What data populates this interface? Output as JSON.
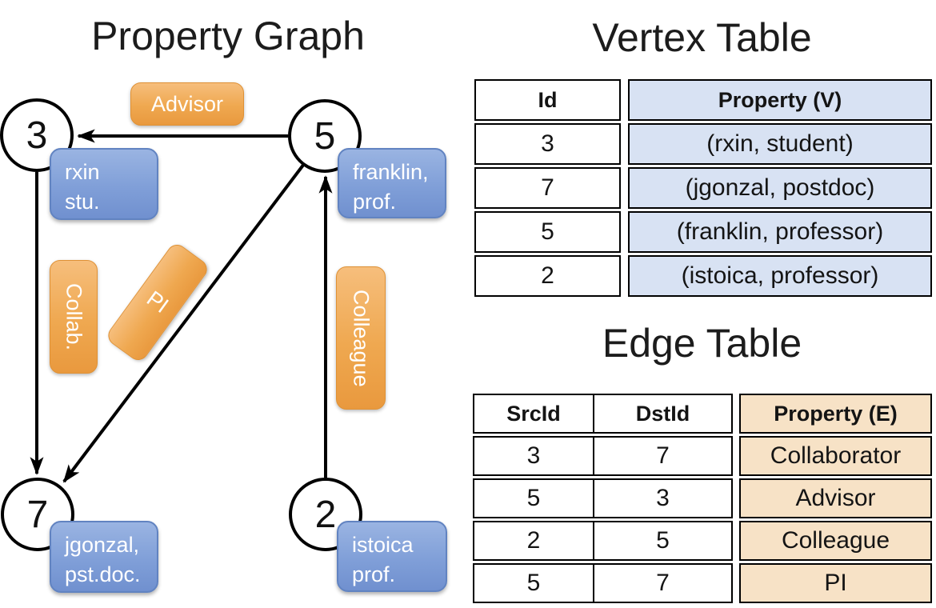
{
  "graph": {
    "title": "Property Graph",
    "vertices": [
      {
        "id": "3",
        "label_lines": [
          "rxin",
          "stu."
        ]
      },
      {
        "id": "5",
        "label_lines": [
          "franklin,",
          "prof."
        ]
      },
      {
        "id": "7",
        "label_lines": [
          "jgonzal,",
          "pst.doc."
        ]
      },
      {
        "id": "2",
        "label_lines": [
          "istoica",
          "prof."
        ]
      }
    ],
    "edges": [
      {
        "src": "5",
        "dst": "3",
        "label": "Advisor"
      },
      {
        "src": "3",
        "dst": "7",
        "label": "Collab."
      },
      {
        "src": "5",
        "dst": "7",
        "label": "PI"
      },
      {
        "src": "2",
        "dst": "5",
        "label": "Colleague"
      }
    ]
  },
  "vertex_table": {
    "title": "Vertex Table",
    "columns": {
      "id": "Id",
      "property": "Property (V)"
    },
    "rows": [
      {
        "id": "3",
        "property": "(rxin, student)"
      },
      {
        "id": "7",
        "property": "(jgonzal, postdoc)"
      },
      {
        "id": "5",
        "property": "(franklin, professor)"
      },
      {
        "id": "2",
        "property": "(istoica, professor)"
      }
    ]
  },
  "edge_table": {
    "title": "Edge Table",
    "columns": {
      "src": "SrcId",
      "dst": "DstId",
      "property": "Property (E)"
    },
    "rows": [
      {
        "src": "3",
        "dst": "7",
        "property": "Collaborator"
      },
      {
        "src": "5",
        "dst": "3",
        "property": "Advisor"
      },
      {
        "src": "2",
        "dst": "5",
        "property": "Colleague"
      },
      {
        "src": "5",
        "dst": "7",
        "property": "PI"
      }
    ]
  },
  "colors": {
    "edge_label_orange": "#EFA850",
    "vertex_label_blue": "#809FD8",
    "vertex_property_fill": "#D8E2F3",
    "edge_property_fill": "#F7E2C6",
    "line_black": "#000000"
  }
}
